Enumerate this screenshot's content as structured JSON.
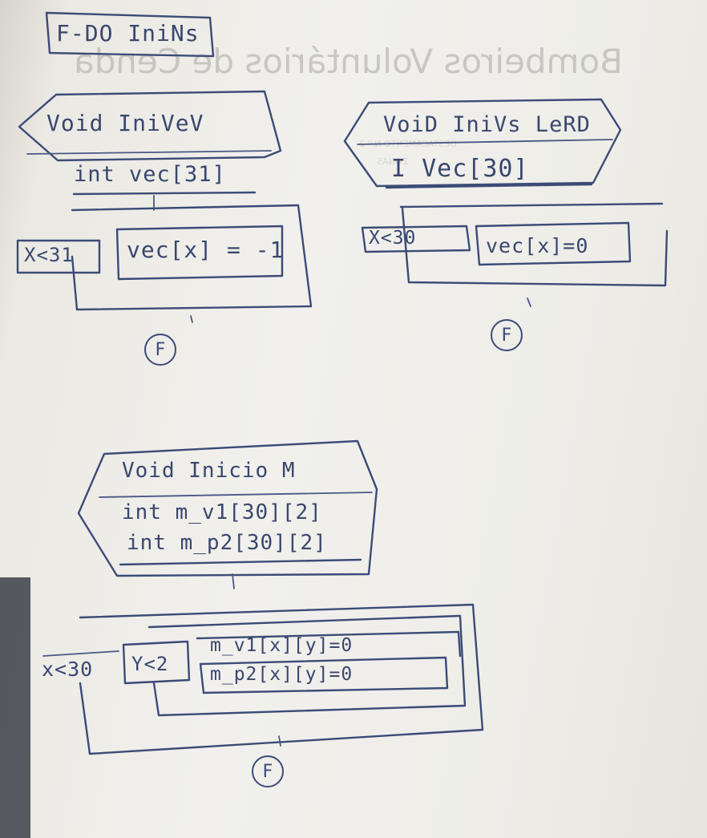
{
  "ghost": {
    "title": "Bombeiros Voluntários de Cenda",
    "line1": "DESTACAMENTO N.º 2",
    "line2": "ZONAS"
  },
  "header": {
    "label": "F-DO IniNs"
  },
  "diagram1": {
    "title": "Void IniVeV",
    "decl": "int vec[31]",
    "cond": "X<31",
    "body": "vec[x] = -1",
    "result": "F"
  },
  "diagram2": {
    "title": "VoiD IniVs LeRD",
    "decl": "I Vec[30]",
    "cond": "X<30",
    "body": "vec[x]=0",
    "result": "F"
  },
  "diagram3": {
    "title": "Void Inicio M",
    "decl1": "int m_v1[30][2]",
    "decl2": "int m_p2[30][2]",
    "outer_cond": "x<30",
    "inner_cond": "Y<2",
    "body1": "m_v1[x][y]=0",
    "body2": "m_p2[x][y]=0",
    "result": "F"
  },
  "colors": {
    "ink": "#3c4b77",
    "paper": "#efeee9"
  }
}
